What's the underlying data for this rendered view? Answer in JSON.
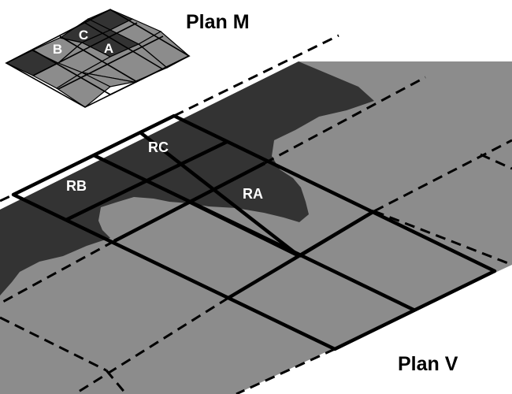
{
  "colors": {
    "dark_region": "#333333",
    "light_region": "#8c8c8c",
    "grid_line": "#000000",
    "cell_label": "#ffffff",
    "title": "#000000"
  },
  "plan_m": {
    "title": "Plan M",
    "labels": {
      "a": "A",
      "b": "B",
      "c": "C"
    }
  },
  "plan_v": {
    "title": "Plan V",
    "labels": {
      "ra": "RA",
      "rb": "RB",
      "rc": "RC"
    }
  }
}
